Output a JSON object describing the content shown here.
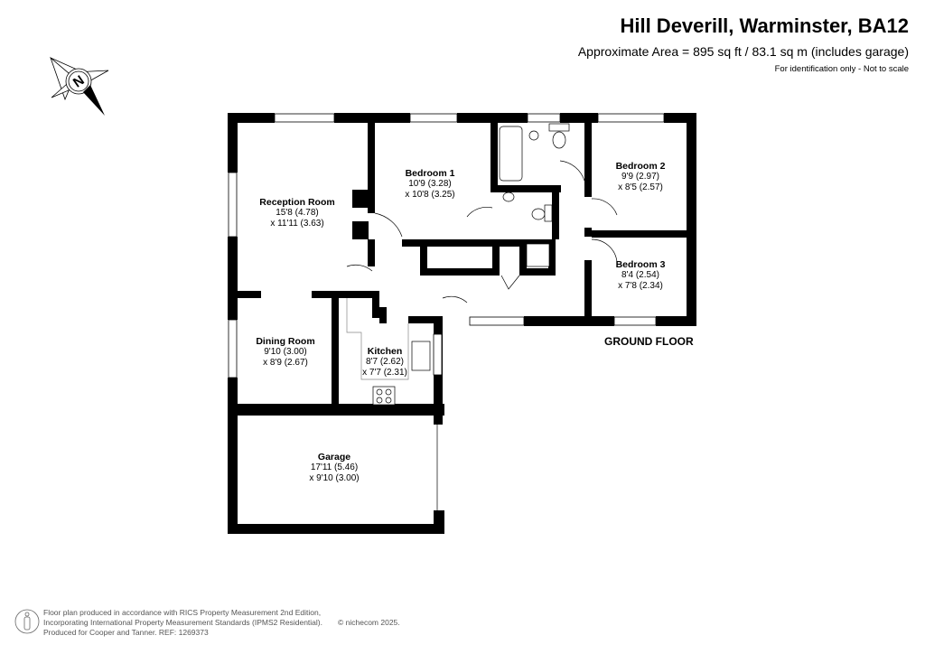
{
  "header": {
    "title": "Hill Deverill, Warminster, BA12",
    "area": "Approximate Area = 895 sq ft / 83.1 sq m (includes garage)",
    "note": "For identification only - Not to scale"
  },
  "compass": {
    "icon": "north-compass-icon",
    "letter": "N"
  },
  "floor_label": "GROUND FLOOR",
  "rooms": [
    {
      "name": "Reception Room",
      "dim1": "15'8 (4.78)",
      "dim2": "x 11'11 (3.63)"
    },
    {
      "name": "Bedroom 1",
      "dim1": "10'9 (3.28)",
      "dim2": "x 10'8 (3.25)"
    },
    {
      "name": "Bedroom 2",
      "dim1": "9'9 (2.97)",
      "dim2": "x 8'5 (2.57)"
    },
    {
      "name": "Bedroom 3",
      "dim1": "8'4 (2.54)",
      "dim2": "x 7'8 (2.34)"
    },
    {
      "name": "Dining Room",
      "dim1": "9'10 (3.00)",
      "dim2": "x 8'9 (2.67)"
    },
    {
      "name": "Kitchen",
      "dim1": "8'7 (2.62)",
      "dim2": "x 7'7 (2.31)"
    },
    {
      "name": "Garage",
      "dim1": "17'11 (5.46)",
      "dim2": "x 9'10 (3.00)"
    }
  ],
  "footer": {
    "line1": "Floor plan produced in accordance with RICS Property Measurement 2nd Edition,",
    "line2": "Incorporating International Property Measurement Standards (IPMS2 Residential).",
    "line3": "Produced for Cooper and Tanner.   REF:  1269373",
    "copyright": "© nichecom 2025."
  }
}
